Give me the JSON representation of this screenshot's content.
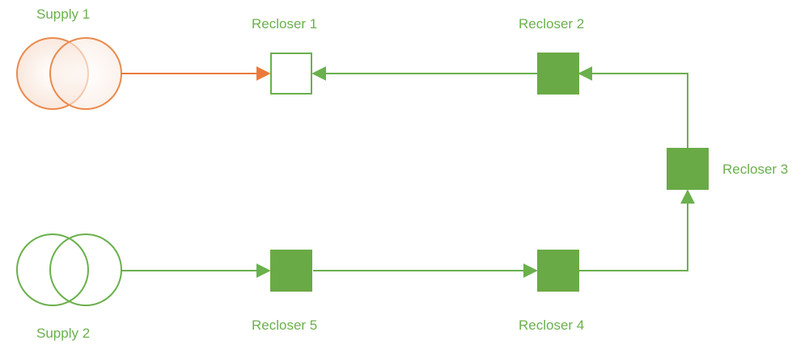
{
  "colors": {
    "green": "#6ab04c",
    "green_fill": "#6aaa46",
    "orange": "#ea8a4c",
    "orange_fill_light": "#fbebe2"
  },
  "supplies": [
    {
      "label": "Supply 1",
      "state": "energized",
      "color": "orange"
    },
    {
      "label": "Supply 2",
      "state": "energized",
      "color": "green"
    }
  ],
  "reclosers": [
    {
      "label": "Recloser 1",
      "state": "open"
    },
    {
      "label": "Recloser 2",
      "state": "closed"
    },
    {
      "label": "Recloser 3",
      "state": "closed"
    },
    {
      "label": "Recloser 4",
      "state": "closed"
    },
    {
      "label": "Recloser 5",
      "state": "closed"
    }
  ]
}
